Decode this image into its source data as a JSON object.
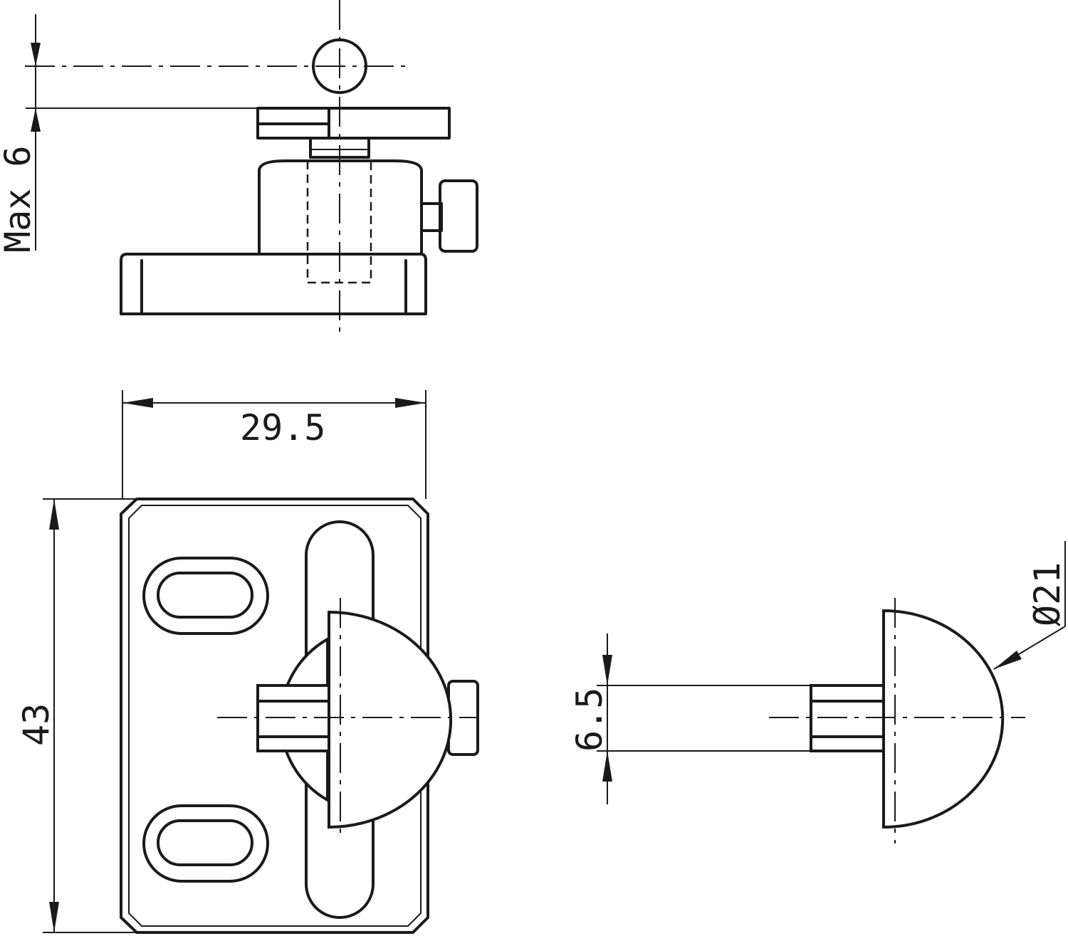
{
  "dimensions": {
    "max_height": "Max 6",
    "width": "29.5",
    "height": "43",
    "diameter": "Ø21",
    "stem": "6.5"
  },
  "colors": {
    "ink": "#1a1a1a",
    "paper": "#ffffff"
  }
}
